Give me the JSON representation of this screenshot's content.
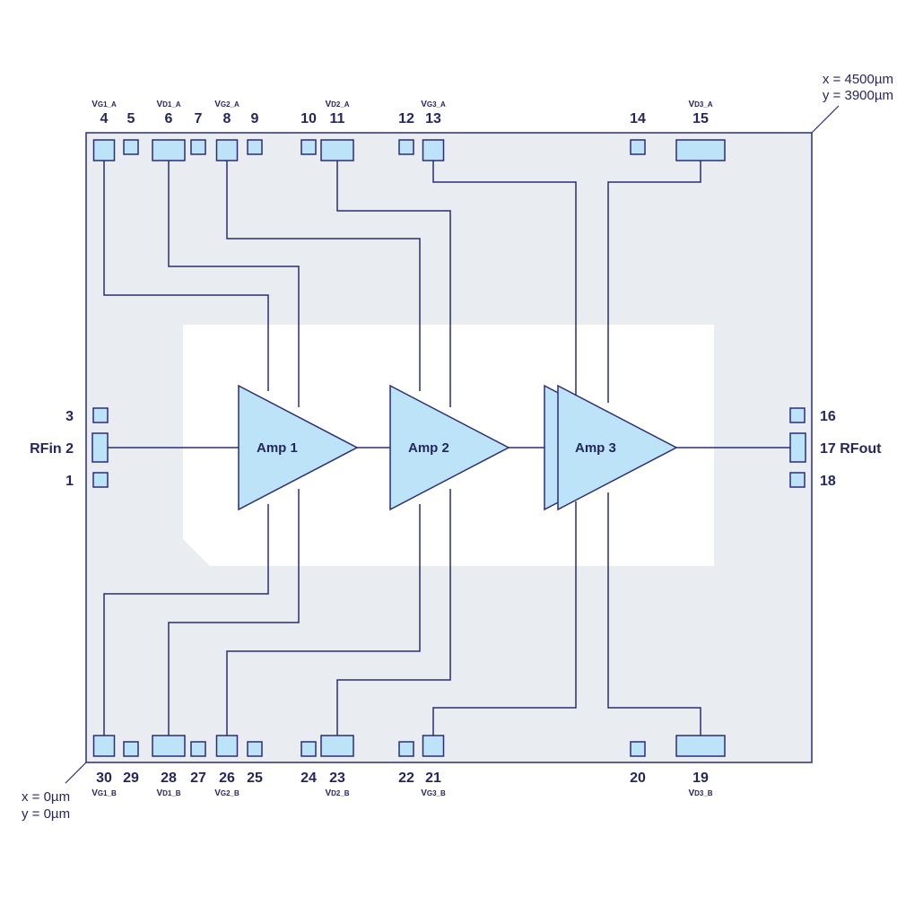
{
  "colors": {
    "die_fill": "#e9ecf0",
    "active_area_fill": "#ffffff",
    "outline": "#2b2d75",
    "pad_fill": "#bde3f8",
    "amp_fill": "#bde3f8",
    "text": "#24275e"
  },
  "corners": {
    "top_right": {
      "x": "x = 4500µm",
      "y": "y = 3900µm"
    },
    "bottom_left": {
      "x": "x = 0µm",
      "y": "y = 0µm"
    }
  },
  "amplifiers": [
    {
      "label": "Amp 1"
    },
    {
      "label": "Amp 2"
    },
    {
      "label": "Amp 3"
    }
  ],
  "top_pads": [
    {
      "num": "4",
      "signal": "VG1_A"
    },
    {
      "num": "5",
      "signal": ""
    },
    {
      "num": "6",
      "signal": "VD1_A"
    },
    {
      "num": "7",
      "signal": ""
    },
    {
      "num": "8",
      "signal": "VG2_A"
    },
    {
      "num": "9",
      "signal": ""
    },
    {
      "num": "10",
      "signal": ""
    },
    {
      "num": "11",
      "signal": "VD2_A"
    },
    {
      "num": "12",
      "signal": ""
    },
    {
      "num": "13",
      "signal": "VG3_A"
    },
    {
      "num": "14",
      "signal": ""
    },
    {
      "num": "15",
      "signal": "VD3_A"
    }
  ],
  "bottom_pads": [
    {
      "num": "30",
      "signal": "VG1_B"
    },
    {
      "num": "29",
      "signal": ""
    },
    {
      "num": "28",
      "signal": "VD1_B"
    },
    {
      "num": "27",
      "signal": ""
    },
    {
      "num": "26",
      "signal": "VG2_B"
    },
    {
      "num": "25",
      "signal": ""
    },
    {
      "num": "24",
      "signal": ""
    },
    {
      "num": "23",
      "signal": "VD2_B"
    },
    {
      "num": "22",
      "signal": ""
    },
    {
      "num": "21",
      "signal": "VG3_B"
    },
    {
      "num": "20",
      "signal": ""
    },
    {
      "num": "19",
      "signal": "VD3_B"
    }
  ],
  "left_pads": [
    {
      "label": "3"
    },
    {
      "label": "RFin 2"
    },
    {
      "label": "1"
    }
  ],
  "right_pads": [
    {
      "label": "16"
    },
    {
      "label": "17 RFout"
    },
    {
      "label": "18"
    }
  ],
  "signal_parts": {
    "VG1_A": {
      "main": "V",
      "sub": "G1_A"
    },
    "VD1_A": {
      "main": "V",
      "sub": "D1_A"
    },
    "VG2_A": {
      "main": "V",
      "sub": "G2_A"
    },
    "VD2_A": {
      "main": "V",
      "sub": "D2_A"
    },
    "VG3_A": {
      "main": "V",
      "sub": "G3_A"
    },
    "VD3_A": {
      "main": "V",
      "sub": "D3_A"
    },
    "VG1_B": {
      "main": "V",
      "sub": "G1_B"
    },
    "VD1_B": {
      "main": "V",
      "sub": "D1_B"
    },
    "VG2_B": {
      "main": "V",
      "sub": "G2_B"
    },
    "VD2_B": {
      "main": "V",
      "sub": "D2_B"
    },
    "VG3_B": {
      "main": "V",
      "sub": "G3_B"
    },
    "VD3_B": {
      "main": "V",
      "sub": "D3_B"
    }
  }
}
